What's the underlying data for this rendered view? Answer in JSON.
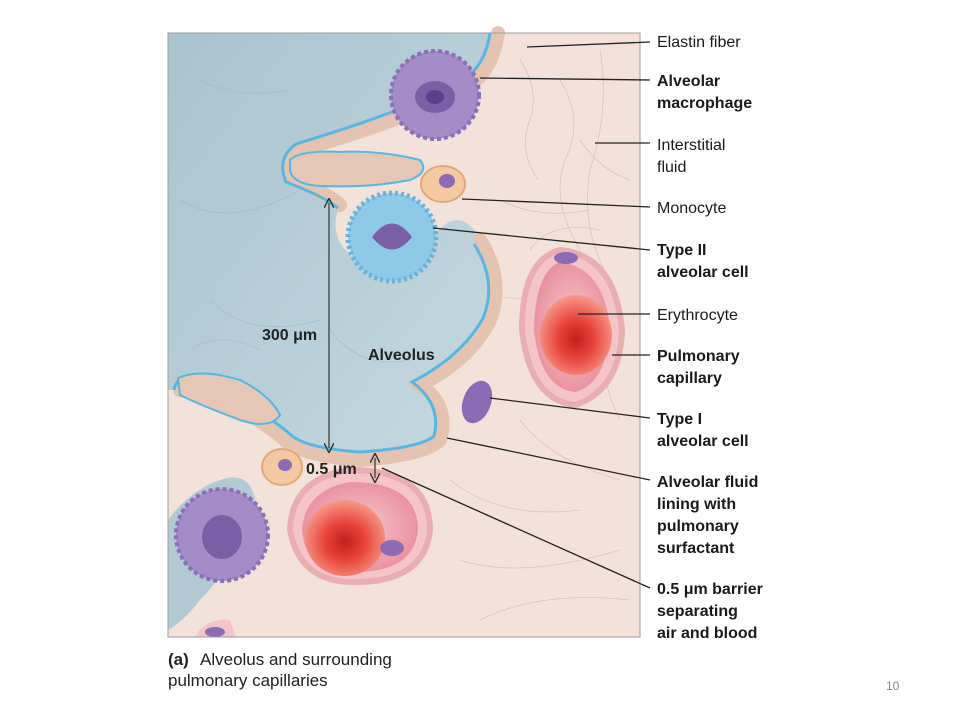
{
  "labels": {
    "elastin": "Elastin fiber",
    "macrophage_1": "Alveolar",
    "macrophage_2": "macrophage",
    "interstitial_1": "Interstitial",
    "interstitial_2": "fluid",
    "monocyte": "Monocyte",
    "type2_1": "Type II",
    "type2_2": "alveolar cell",
    "erythrocyte": "Erythrocyte",
    "pulmonary_1": "Pulmonary",
    "pulmonary_2": "capillary",
    "type1_1": "Type I",
    "type1_2": "alveolar cell",
    "fluid_1": "Alveolar fluid",
    "fluid_2": "lining with",
    "fluid_3": "pulmonary",
    "fluid_4": "surfactant",
    "barrier_1": "0.5 μm barrier",
    "barrier_2": "separating",
    "barrier_3": "air and blood"
  },
  "measurements": {
    "alveolus_diameter": "300 μm",
    "barrier_thickness": "0.5 μm",
    "alveolus": "Alveolus"
  },
  "caption": {
    "part": "(a)",
    "line1": "Alveolus and surrounding",
    "line2": "pulmonary capillaries"
  },
  "page_number": "10",
  "colors": {
    "alveolus_air": "#b9cfd8",
    "interstitium": "#f3e0d8",
    "wall": "#e2c2b0",
    "fluid_lining": "#55b7e4",
    "macrophage": "#a48cc8",
    "nucleus": "#7a5ea6",
    "capillary_wall": "#f5c4c8",
    "erythrocyte": "#e8433a",
    "monocyte": "#f4c9a2"
  }
}
